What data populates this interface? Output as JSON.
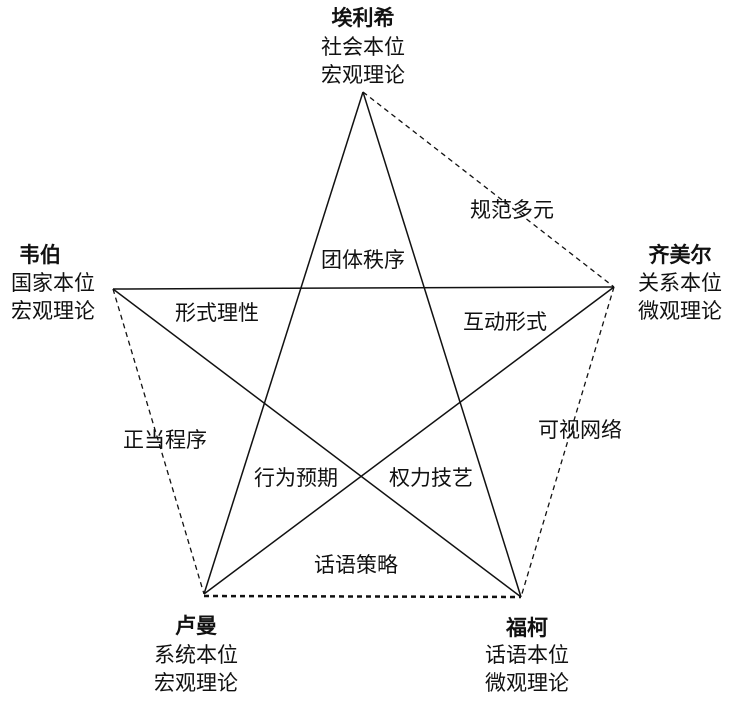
{
  "nodes": {
    "top": {
      "name": "埃利希",
      "orientation": "社会本位",
      "theory": "宏观理论"
    },
    "left": {
      "name": "韦伯",
      "orientation": "国家本位",
      "theory": "宏观理论"
    },
    "right": {
      "name": "齐美尔",
      "orientation": "关系本位",
      "theory": "微观理论"
    },
    "bottom_left": {
      "name": "卢曼",
      "orientation": "系统本位",
      "theory": "宏观理论"
    },
    "bottom_right": {
      "name": "福柯",
      "orientation": "话语本位",
      "theory": "微观理论"
    }
  },
  "edge_labels": {
    "top_right": "规范多元",
    "left_bottom_left": "正当程序",
    "right_bottom_right": "可视网络",
    "bottom": "话语策略"
  },
  "inner_labels": {
    "top": "团体秩序",
    "left": "形式理性",
    "right": "互动形式",
    "lower_left": "行为预期",
    "lower_right": "权力技艺"
  }
}
